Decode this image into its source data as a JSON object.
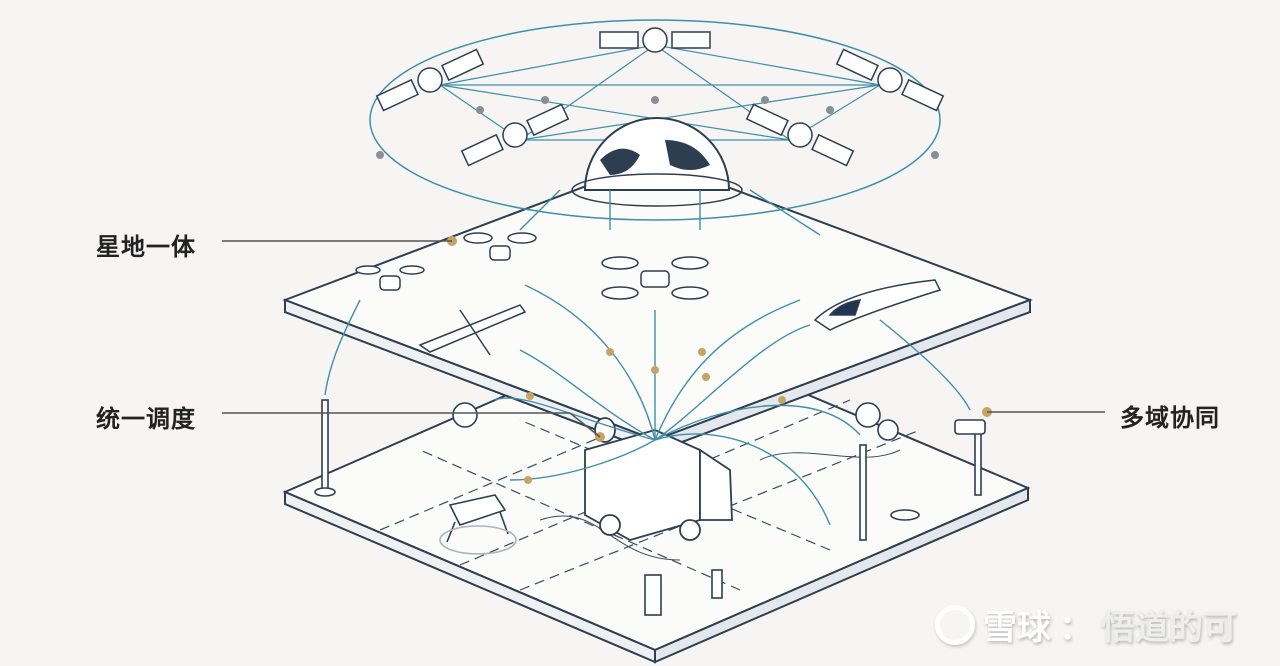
{
  "labels": {
    "satellite_ground": "星地一体",
    "unified_dispatch": "统一调度",
    "multi_domain": "多域协同"
  },
  "watermark": {
    "brand": "雪球",
    "separator": "：",
    "author": "悟道的可"
  },
  "colors": {
    "line": "#2d3e50",
    "link": "#3f8fa8",
    "node": "#b8955a",
    "background": "#f6f5f3"
  }
}
